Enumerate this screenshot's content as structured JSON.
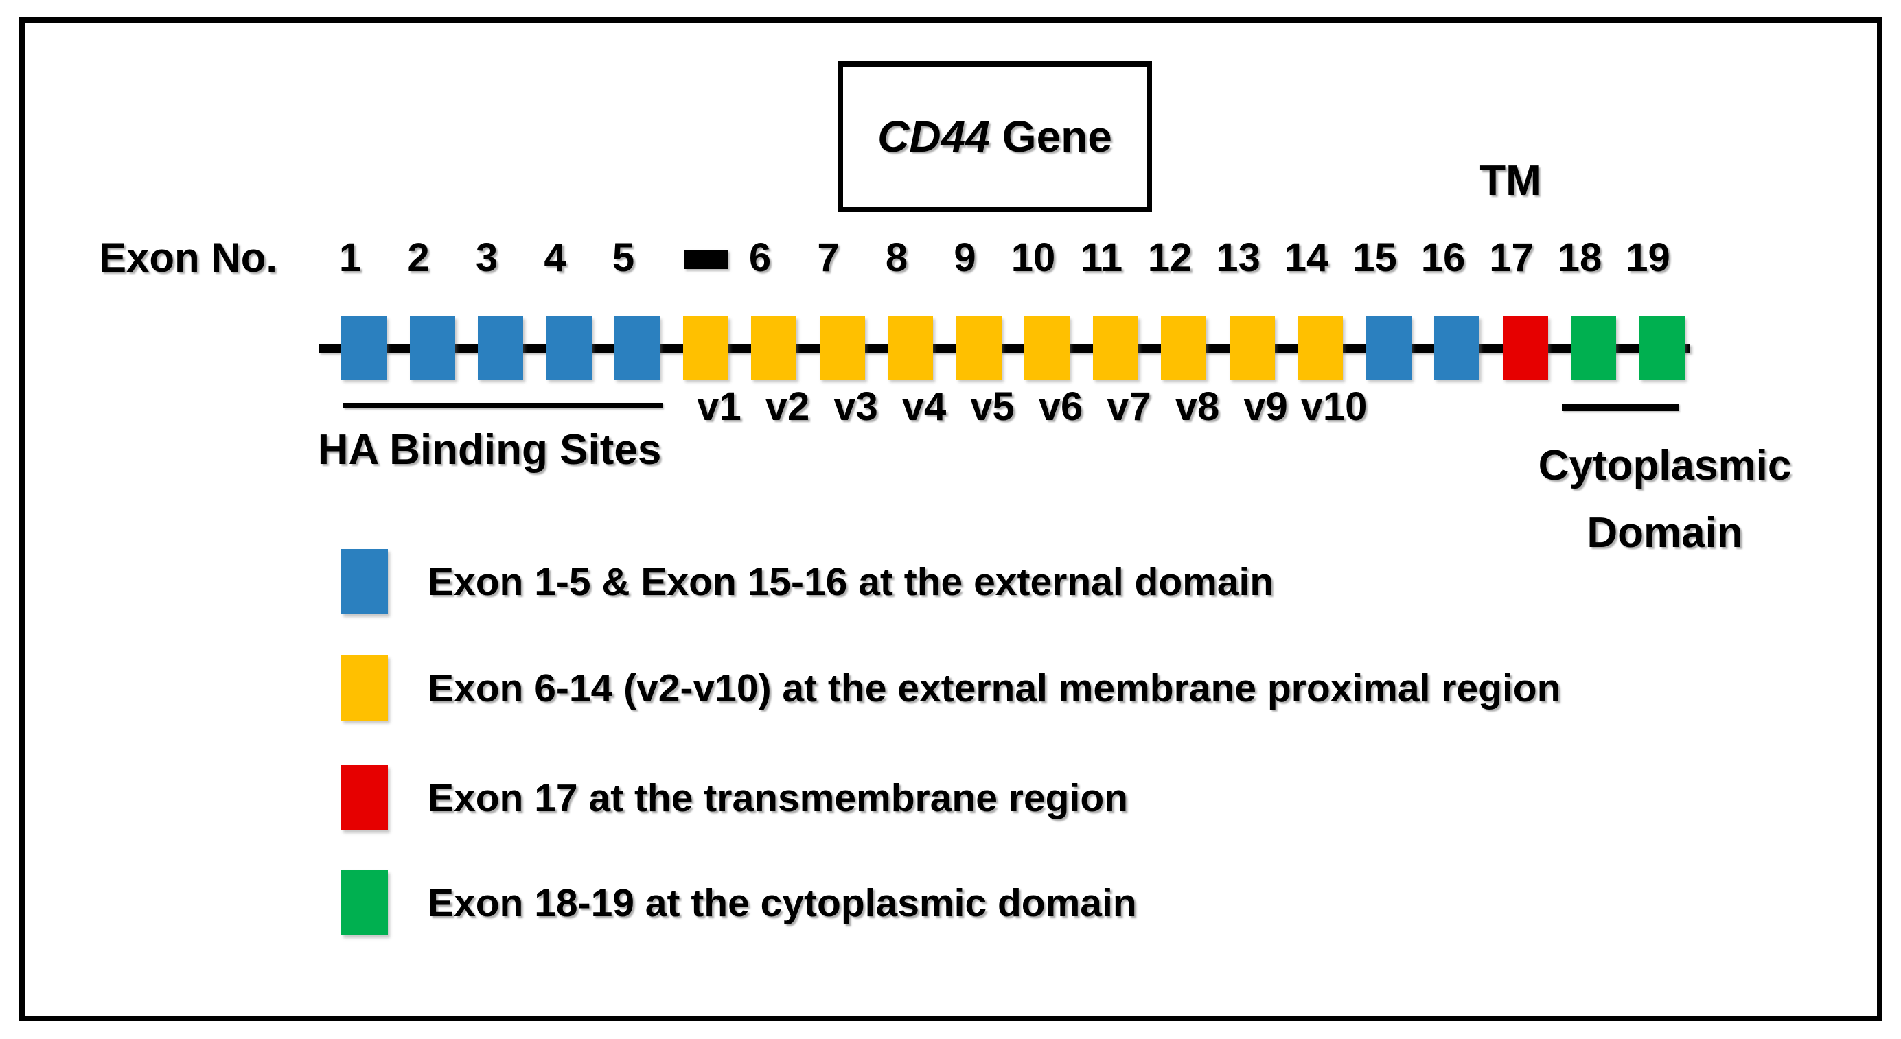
{
  "title": {
    "gene_name": "CD44",
    "gene_suffix": "Gene"
  },
  "labels": {
    "exon_no": "Exon No.",
    "tm": "TM",
    "ha_binding": "HA Binding Sites",
    "cytoplasmic_line1": "Cytoplasmic",
    "cytoplasmic_line2": "Domain"
  },
  "colors": {
    "blue": "#2B80BF",
    "yellow": "#FFC000",
    "red": "#E60000",
    "green": "#00B050",
    "line": "#000000"
  },
  "track": {
    "slots": [
      {
        "number": "1",
        "color": "blue"
      },
      {
        "number": "2",
        "color": "blue"
      },
      {
        "number": "3",
        "color": "blue"
      },
      {
        "number": "4",
        "color": "blue"
      },
      {
        "number": "5",
        "color": "blue"
      },
      {
        "number": "",
        "marker": true,
        "color": "yellow",
        "variant": "v1"
      },
      {
        "number": "6",
        "color": "yellow",
        "variant": "v2"
      },
      {
        "number": "7",
        "color": "yellow",
        "variant": "v3"
      },
      {
        "number": "8",
        "color": "yellow",
        "variant": "v4"
      },
      {
        "number": "9",
        "color": "yellow",
        "variant": "v5"
      },
      {
        "number": "10",
        "color": "yellow",
        "variant": "v6"
      },
      {
        "number": "11",
        "color": "yellow",
        "variant": "v7"
      },
      {
        "number": "12",
        "color": "yellow",
        "variant": "v8"
      },
      {
        "number": "13",
        "color": "yellow",
        "variant": "v9"
      },
      {
        "number": "14",
        "color": "yellow",
        "variant": "v10"
      },
      {
        "number": "15",
        "color": "blue"
      },
      {
        "number": "16",
        "color": "blue"
      },
      {
        "number": "17",
        "color": "red"
      },
      {
        "number": "18",
        "color": "green"
      },
      {
        "number": "19",
        "color": "green"
      }
    ]
  },
  "legend": {
    "items": [
      {
        "color": "blue",
        "label": "Exon 1-5 & Exon 15-16 at the external domain"
      },
      {
        "color": "yellow",
        "label": "Exon 6-14 (v2-v10) at the external membrane proximal region"
      },
      {
        "color": "red",
        "label": "Exon 17 at the transmembrane region"
      },
      {
        "color": "green",
        "label": "Exon 18-19 at the cytoplasmic domain"
      }
    ]
  }
}
